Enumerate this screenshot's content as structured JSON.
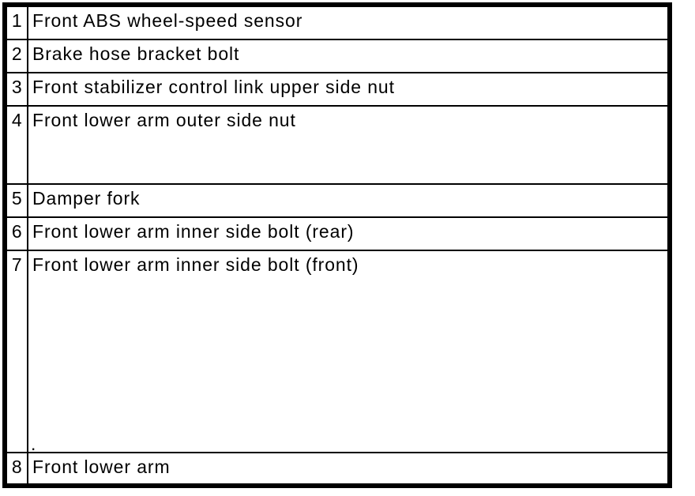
{
  "colors": {
    "background": "#ffffff",
    "border": "#000000",
    "text": "#000000"
  },
  "table": {
    "rows": [
      {
        "num": "1",
        "label": "Front ABS wheel-speed sensor"
      },
      {
        "num": "2",
        "label": "Brake hose bracket bolt"
      },
      {
        "num": "3",
        "label": "Front stabilizer control link upper side nut"
      },
      {
        "num": "4",
        "label": "Front lower arm outer side nut"
      },
      {
        "num": "5",
        "label": "Damper fork"
      },
      {
        "num": "6",
        "label": "Front lower arm inner side bolt (rear)"
      },
      {
        "num": "7",
        "label": "Front lower arm inner side bolt (front)"
      },
      {
        "num": "8",
        "label": "Front lower arm"
      }
    ]
  },
  "artifacts": {
    "stray_dot": "."
  }
}
